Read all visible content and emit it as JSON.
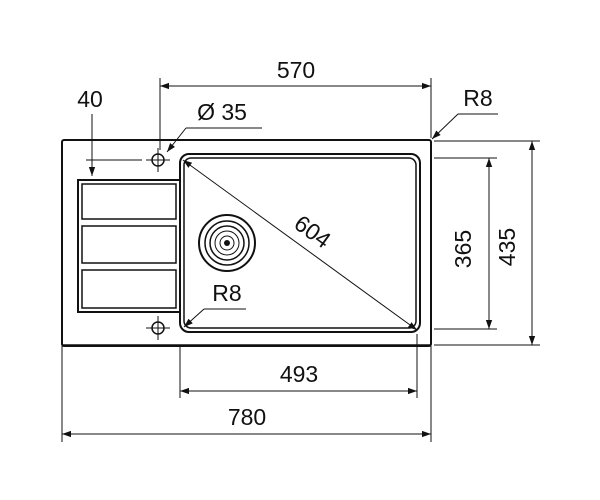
{
  "drawing": {
    "labels": {
      "top_width": "570",
      "drainer_offset": "40",
      "tap_hole": "Ø 35",
      "corner_radius_outer": "R8",
      "inner_radius": "R8",
      "diagonal": "604",
      "bowl_depth": "365",
      "overall_depth": "435",
      "bowl_width": "493",
      "overall_width": "780"
    },
    "colors": {
      "line": "#111111",
      "background": "#ffffff"
    },
    "icons": {
      "tap_hole": "crosshair-circle",
      "waste": "strainer-drain"
    }
  }
}
